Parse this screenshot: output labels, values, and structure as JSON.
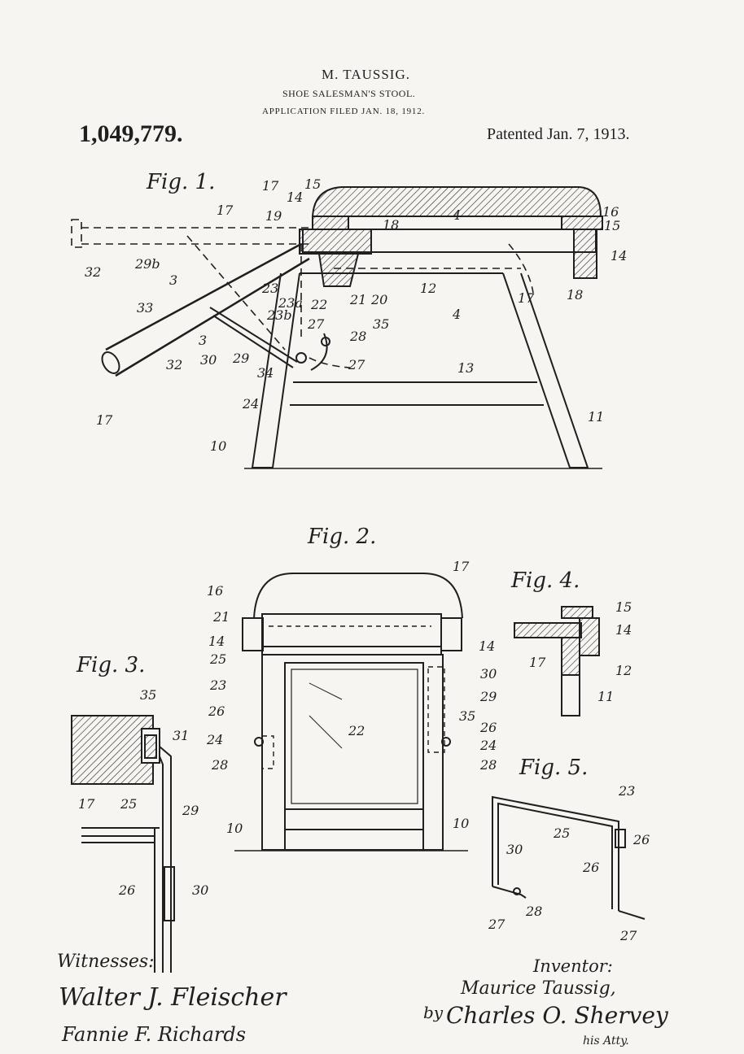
{
  "header": {
    "inventor": "M. TAUSSIG.",
    "title": "SHOE SALESMAN'S STOOL.",
    "filed": "APPLICATION FILED JAN. 18, 1912.",
    "patent_number": "1,049,779.",
    "patent_date": "Patented Jan. 7, 1913."
  },
  "figures": {
    "fig1": "Fig. 1.",
    "fig2": "Fig. 2.",
    "fig3": "Fig. 3.",
    "fig4": "Fig. 4.",
    "fig5": "Fig. 5."
  },
  "refs": {
    "fig1": [
      "17",
      "15",
      "19",
      "14",
      "18",
      "4",
      "16",
      "15",
      "14",
      "17",
      "32",
      "29b",
      "3",
      "33",
      "3",
      "32",
      "30",
      "29",
      "23",
      "23a",
      "23b",
      "22",
      "21",
      "20",
      "12",
      "4",
      "17",
      "18",
      "27",
      "35",
      "28",
      "27",
      "13",
      "34",
      "24",
      "17",
      "10",
      "11"
    ],
    "fig2": [
      "17",
      "16",
      "21",
      "14",
      "14",
      "25",
      "30",
      "23",
      "29",
      "26",
      "35",
      "26",
      "24",
      "22",
      "24",
      "28",
      "28",
      "10",
      "10"
    ],
    "fig3": [
      "35",
      "31",
      "17",
      "25",
      "29",
      "26",
      "30"
    ],
    "fig4": [
      "15",
      "14",
      "17",
      "12",
      "11"
    ],
    "fig5": [
      "23",
      "25",
      "30",
      "26",
      "26",
      "27",
      "28",
      "27"
    ]
  },
  "signatures": {
    "witnesses_label": "Witnesses:",
    "witness_1": "Walter J. Fleischer",
    "witness_2": "Fannie F. Richards",
    "inventor_label": "Inventor:",
    "inventor_name": "Maurice Taussig,",
    "attorney_prefix": "by",
    "attorney": "Charles O. Shervey",
    "attorney_suffix": "his Atty."
  }
}
